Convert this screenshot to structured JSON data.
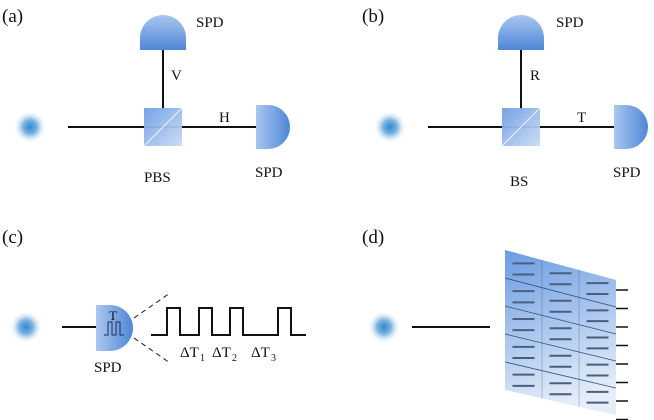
{
  "panels": {
    "a": {
      "label": "(a)",
      "detector_top_label": "SPD",
      "detector_right_label": "SPD",
      "splitter_label": "PBS",
      "vertical_path_label": "V",
      "horizontal_path_label": "H"
    },
    "b": {
      "label": "(b)",
      "detector_top_label": "SPD",
      "detector_right_label": "SPD",
      "splitter_label": "BS",
      "vertical_path_label": "R",
      "horizontal_path_label": "T"
    },
    "c": {
      "label": "(c)",
      "detector_label": "SPD",
      "detector_inner_label": "T",
      "intervals": [
        {
          "main": "ΔT",
          "sub": "1"
        },
        {
          "main": "ΔT",
          "sub": "2"
        },
        {
          "main": "ΔT",
          "sub": "3"
        }
      ]
    },
    "d": {
      "label": "(d)"
    }
  },
  "colors": {
    "detector": "#5d92dc",
    "splitter": "#8fb4ea",
    "source": "#4a9bd6",
    "array_top": "#6f9ee3",
    "array_bottom": "#dde8f6"
  },
  "icons": [
    "photon-source-icon",
    "detector-icon",
    "beam-splitter-icon",
    "pulse-train-icon",
    "detector-array-icon"
  ]
}
